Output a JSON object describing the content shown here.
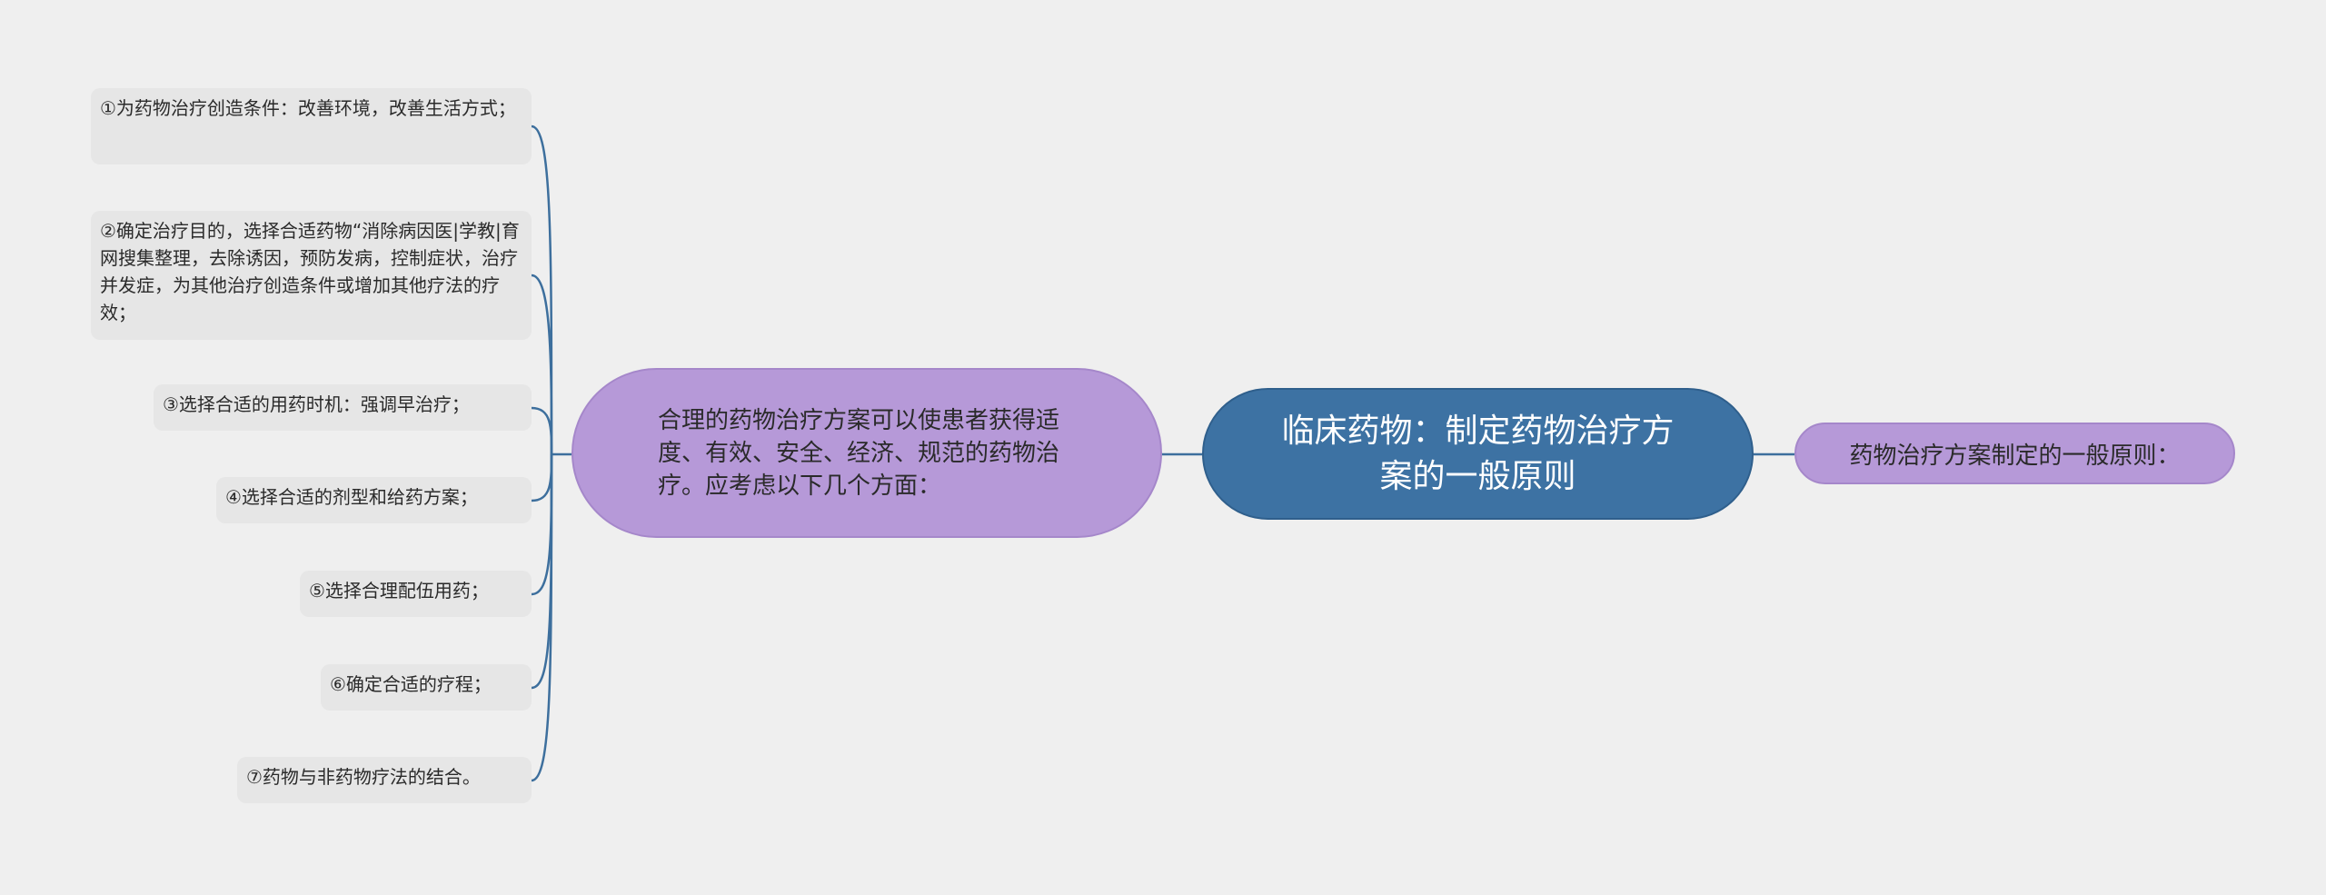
{
  "colors": {
    "background": "#efefef",
    "root_fill": "#3d72a3",
    "branch_fill": "#b699d8",
    "leaf_fill": "#e6e6e6",
    "connector": "#3d6f9d"
  },
  "root": {
    "text": "临床药物：制定药物治疗方案的一般原则"
  },
  "right_branch": {
    "text": "药物治疗方案制定的一般原则："
  },
  "left_branch": {
    "text": "合理的药物治疗方案可以使患者获得适度、有效、安全、经济、规范的药物治疗。应考虑以下几个方面："
  },
  "leaves": [
    {
      "text": "①为药物治疗创造条件：改善环境，改善生活方式；"
    },
    {
      "text": "②确定治疗目的，选择合适药物“消除病因医|学教|育网搜集整理，去除诱因，预防发病，控制症状，治疗并发症，为其他治疗创造条件或增加其他疗法的疗效；"
    },
    {
      "text": "③选择合适的用药时机：强调早治疗；"
    },
    {
      "text": "④选择合适的剂型和给药方案；"
    },
    {
      "text": "⑤选择合理配伍用药；"
    },
    {
      "text": "⑥确定合适的疗程；"
    },
    {
      "text": "⑦药物与非药物疗法的结合。"
    }
  ]
}
